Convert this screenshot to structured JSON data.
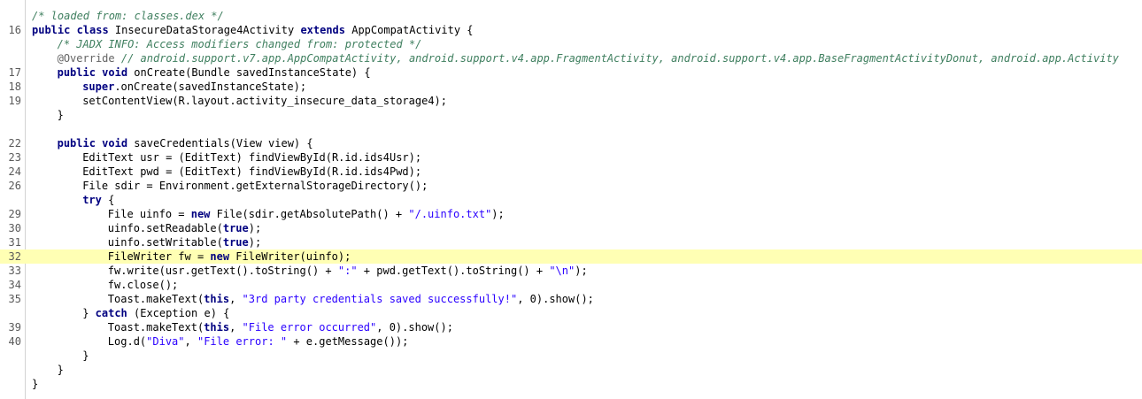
{
  "window": {
    "title": ""
  },
  "colors": {
    "keyword": "#000080",
    "string": "#2a00ff",
    "comment": "#3f7f5f",
    "highlight": "#ffffb4"
  },
  "code": {
    "lines": [
      {
        "num": "",
        "indent": 0,
        "tokens": [
          [
            "cm",
            "/* loaded from: classes.dex */"
          ]
        ]
      },
      {
        "num": "16",
        "indent": 0,
        "tokens": [
          [
            "kw",
            "public class "
          ],
          [
            "n",
            "InsecureDataStorage4Activity "
          ],
          [
            "kw",
            "extends "
          ],
          [
            "n",
            "AppCompatActivity {"
          ]
        ]
      },
      {
        "num": "",
        "indent": 1,
        "tokens": [
          [
            "cm",
            "/* JADX INFO: Access modifiers changed from: protected */"
          ]
        ]
      },
      {
        "num": "",
        "indent": 1,
        "tokens": [
          [
            "ann",
            "@Override"
          ],
          [
            "cm",
            " // android.support.v7.app.AppCompatActivity, android.support.v4.app.FragmentActivity, android.support.v4.app.BaseFragmentActivityDonut, android.app.Activity"
          ]
        ]
      },
      {
        "num": "17",
        "indent": 1,
        "tokens": [
          [
            "kw",
            "public void "
          ],
          [
            "n",
            "onCreate(Bundle savedInstanceState) {"
          ]
        ]
      },
      {
        "num": "18",
        "indent": 2,
        "tokens": [
          [
            "kw",
            "super"
          ],
          [
            "n",
            ".onCreate(savedInstanceState);"
          ]
        ]
      },
      {
        "num": "19",
        "indent": 2,
        "tokens": [
          [
            "n",
            "setContentView(R.layout.activity_insecure_data_storage4);"
          ]
        ]
      },
      {
        "num": "",
        "indent": 1,
        "tokens": [
          [
            "n",
            "}"
          ]
        ]
      },
      {
        "num": "",
        "indent": 0,
        "tokens": [],
        "spacer": true
      },
      {
        "num": "22",
        "indent": 1,
        "tokens": [
          [
            "kw",
            "public void "
          ],
          [
            "n",
            "saveCredentials(View view) {"
          ]
        ]
      },
      {
        "num": "23",
        "indent": 2,
        "tokens": [
          [
            "n",
            "EditText usr = (EditText) findViewById(R.id.ids4Usr);"
          ]
        ]
      },
      {
        "num": "24",
        "indent": 2,
        "tokens": [
          [
            "n",
            "EditText pwd = (EditText) findViewById(R.id.ids4Pwd);"
          ]
        ]
      },
      {
        "num": "26",
        "indent": 2,
        "tokens": [
          [
            "n",
            "File sdir = Environment.getExternalStorageDirectory();"
          ]
        ]
      },
      {
        "num": "",
        "indent": 2,
        "tokens": [
          [
            "kw",
            "try "
          ],
          [
            "n",
            "{"
          ]
        ]
      },
      {
        "num": "29",
        "indent": 3,
        "tokens": [
          [
            "n",
            "File uinfo = "
          ],
          [
            "kw",
            "new "
          ],
          [
            "n",
            "File(sdir.getAbsolutePath() + "
          ],
          [
            "str",
            "\"/.uinfo.txt\""
          ],
          [
            "n",
            ");"
          ]
        ]
      },
      {
        "num": "30",
        "indent": 3,
        "tokens": [
          [
            "n",
            "uinfo.setReadable("
          ],
          [
            "kw",
            "true"
          ],
          [
            "n",
            ");"
          ]
        ]
      },
      {
        "num": "31",
        "indent": 3,
        "tokens": [
          [
            "n",
            "uinfo.setWritable("
          ],
          [
            "kw",
            "true"
          ],
          [
            "n",
            ");"
          ]
        ]
      },
      {
        "num": "32",
        "indent": 3,
        "highlight": true,
        "tokens": [
          [
            "n",
            "FileWriter fw = "
          ],
          [
            "kw",
            "new "
          ],
          [
            "n",
            "FileWriter(uinfo);"
          ]
        ]
      },
      {
        "num": "33",
        "indent": 3,
        "tokens": [
          [
            "n",
            "fw.write(usr.getText().toString() + "
          ],
          [
            "str",
            "\":\""
          ],
          [
            "n",
            " + pwd.getText().toString() + "
          ],
          [
            "str",
            "\"\\n\""
          ],
          [
            "n",
            ");"
          ]
        ]
      },
      {
        "num": "34",
        "indent": 3,
        "tokens": [
          [
            "n",
            "fw.close();"
          ]
        ]
      },
      {
        "num": "35",
        "indent": 3,
        "tokens": [
          [
            "n",
            "Toast.makeText("
          ],
          [
            "kw",
            "this"
          ],
          [
            "n",
            ", "
          ],
          [
            "str",
            "\"3rd party credentials saved successfully!\""
          ],
          [
            "n",
            ", 0).show();"
          ]
        ]
      },
      {
        "num": "",
        "indent": 2,
        "tokens": [
          [
            "n",
            "} "
          ],
          [
            "kw",
            "catch "
          ],
          [
            "n",
            "(Exception e) {"
          ]
        ]
      },
      {
        "num": "39",
        "indent": 3,
        "tokens": [
          [
            "n",
            "Toast.makeText("
          ],
          [
            "kw",
            "this"
          ],
          [
            "n",
            ", "
          ],
          [
            "str",
            "\"File error occurred\""
          ],
          [
            "n",
            ", 0).show();"
          ]
        ]
      },
      {
        "num": "40",
        "indent": 3,
        "tokens": [
          [
            "n",
            "Log.d("
          ],
          [
            "str",
            "\"Diva\""
          ],
          [
            "n",
            ", "
          ],
          [
            "str",
            "\"File error: \""
          ],
          [
            "n",
            " + e.getMessage());"
          ]
        ]
      },
      {
        "num": "",
        "indent": 2,
        "tokens": [
          [
            "n",
            "}"
          ]
        ]
      },
      {
        "num": "",
        "indent": 1,
        "tokens": [
          [
            "n",
            "}"
          ]
        ]
      },
      {
        "num": "",
        "indent": 0,
        "tokens": [
          [
            "n",
            "}"
          ]
        ]
      }
    ]
  }
}
